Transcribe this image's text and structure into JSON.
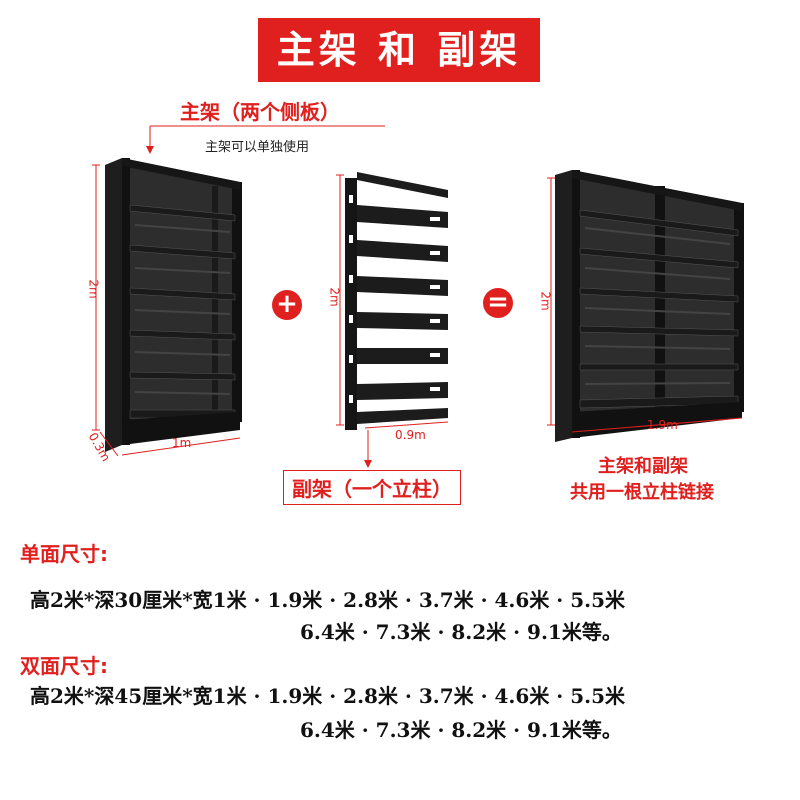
{
  "banner": {
    "title": "主架 和 副架"
  },
  "main_shelf": {
    "label": "主架（两个侧板）",
    "note": "主架可以单独使用",
    "height": "2m",
    "width": "1m",
    "depth": "0.3m"
  },
  "sub_shelf": {
    "label": "副架（一个立柱）",
    "height": "2m",
    "width": "0.9m"
  },
  "combined": {
    "height": "2m",
    "width": "1.9m",
    "note_line1": "主架和副架",
    "note_line2": "共用一根立柱链接"
  },
  "operators": {
    "plus": "+",
    "equals": "="
  },
  "single_side": {
    "title": "单面尺寸:",
    "line1": "高2米*深30厘米*宽1米 · 1.9米 · 2.8米 · 3.7米 · 4.6米 · 5.5米",
    "line2": "6.4米 · 7.3米 · 8.2米 · 9.1米等。"
  },
  "double_side": {
    "title": "双面尺寸:",
    "line1": "高2米*深45厘米*宽1米 · 1.9米 · 2.8米 · 3.7米 · 4.6米 · 5.5米",
    "line2": "6.4米 · 7.3米 · 8.2米 · 9.1米等。"
  },
  "colors": {
    "accent": "#e0201e",
    "shelf": "#2a2a2a",
    "text": "#111111"
  }
}
